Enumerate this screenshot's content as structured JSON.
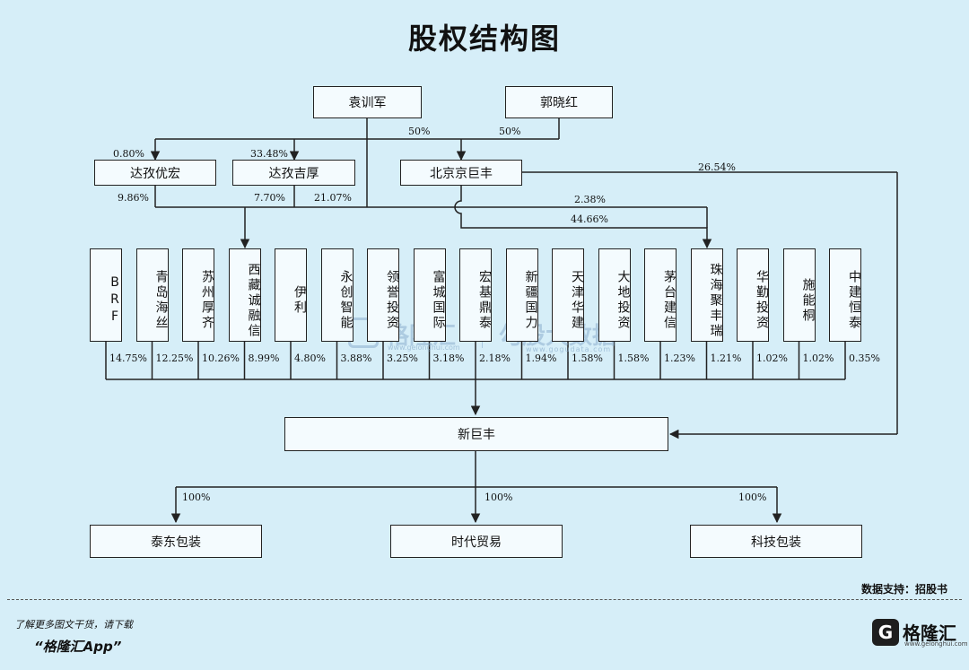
{
  "title": "股权结构图",
  "persons": {
    "yuan": "袁训军",
    "guo": "郭晓红"
  },
  "mid": {
    "youhong": "达孜优宏",
    "jihou": "达孜吉厚",
    "jingjufeng": "北京京巨丰"
  },
  "mid_pcts": {
    "yuan_to_youhong": "0.80%",
    "yuan_to_jihou": "33.48%",
    "yuan_to_beijing": "50%",
    "guo_to_beijing": "50%",
    "beijing_to_xjf": "26.54%",
    "youhong_to_tibet": "9.86%",
    "jihou_to_tibet": "7.70%",
    "yuan_to_tibet": "21.07%",
    "beijing_to_tibet": "2.38%",
    "beijing_to_zhuhai": "44.66%"
  },
  "shareholders": [
    {
      "name": "BRF",
      "pct": "14.75%"
    },
    {
      "name": "青岛海丝",
      "pct": "12.25%"
    },
    {
      "name": "苏州厚齐",
      "pct": "10.26%"
    },
    {
      "name": "西藏诚融信",
      "pct": "8.99%"
    },
    {
      "name": "伊利",
      "pct": "4.80%"
    },
    {
      "name": "永创智能",
      "pct": "3.88%"
    },
    {
      "name": "领誉投资",
      "pct": "3.25%"
    },
    {
      "name": "富城国际",
      "pct": "3.18%"
    },
    {
      "name": "宏基鼎泰",
      "pct": "2.18%"
    },
    {
      "name": "新疆国力",
      "pct": "1.94%"
    },
    {
      "name": "天津华建",
      "pct": "1.58%"
    },
    {
      "name": "大地投资",
      "pct": "1.58%"
    },
    {
      "name": "茅台建信",
      "pct": "1.23%"
    },
    {
      "name": "珠海聚丰瑞",
      "pct": "1.21%"
    },
    {
      "name": "华勤投资",
      "pct": "1.02%"
    },
    {
      "name": "施能桐",
      "pct": "1.02%"
    },
    {
      "name": "中建恒泰",
      "pct": "0.35%"
    }
  ],
  "target": "新巨丰",
  "subsidiaries": [
    {
      "name": "泰东包装",
      "pct": "100%"
    },
    {
      "name": "时代贸易",
      "pct": "100%"
    },
    {
      "name": "科技包装",
      "pct": "100%"
    }
  ],
  "watermark": {
    "brand": "格隆汇",
    "url1": "www.gelonghui.com",
    "brand2": "勾股大数据",
    "url2": "www.gogudata.com"
  },
  "source": "数据支持：招股书",
  "footer": {
    "line1": "了解更多图文干货，请下载",
    "line2": "“格隆汇App”"
  },
  "brand": {
    "icon": "G",
    "name": "格隆汇",
    "url": "www.gelonghui.com"
  },
  "colors": {
    "background": "#d6eef8",
    "box": "#f4fbfe",
    "line": "#222222"
  }
}
